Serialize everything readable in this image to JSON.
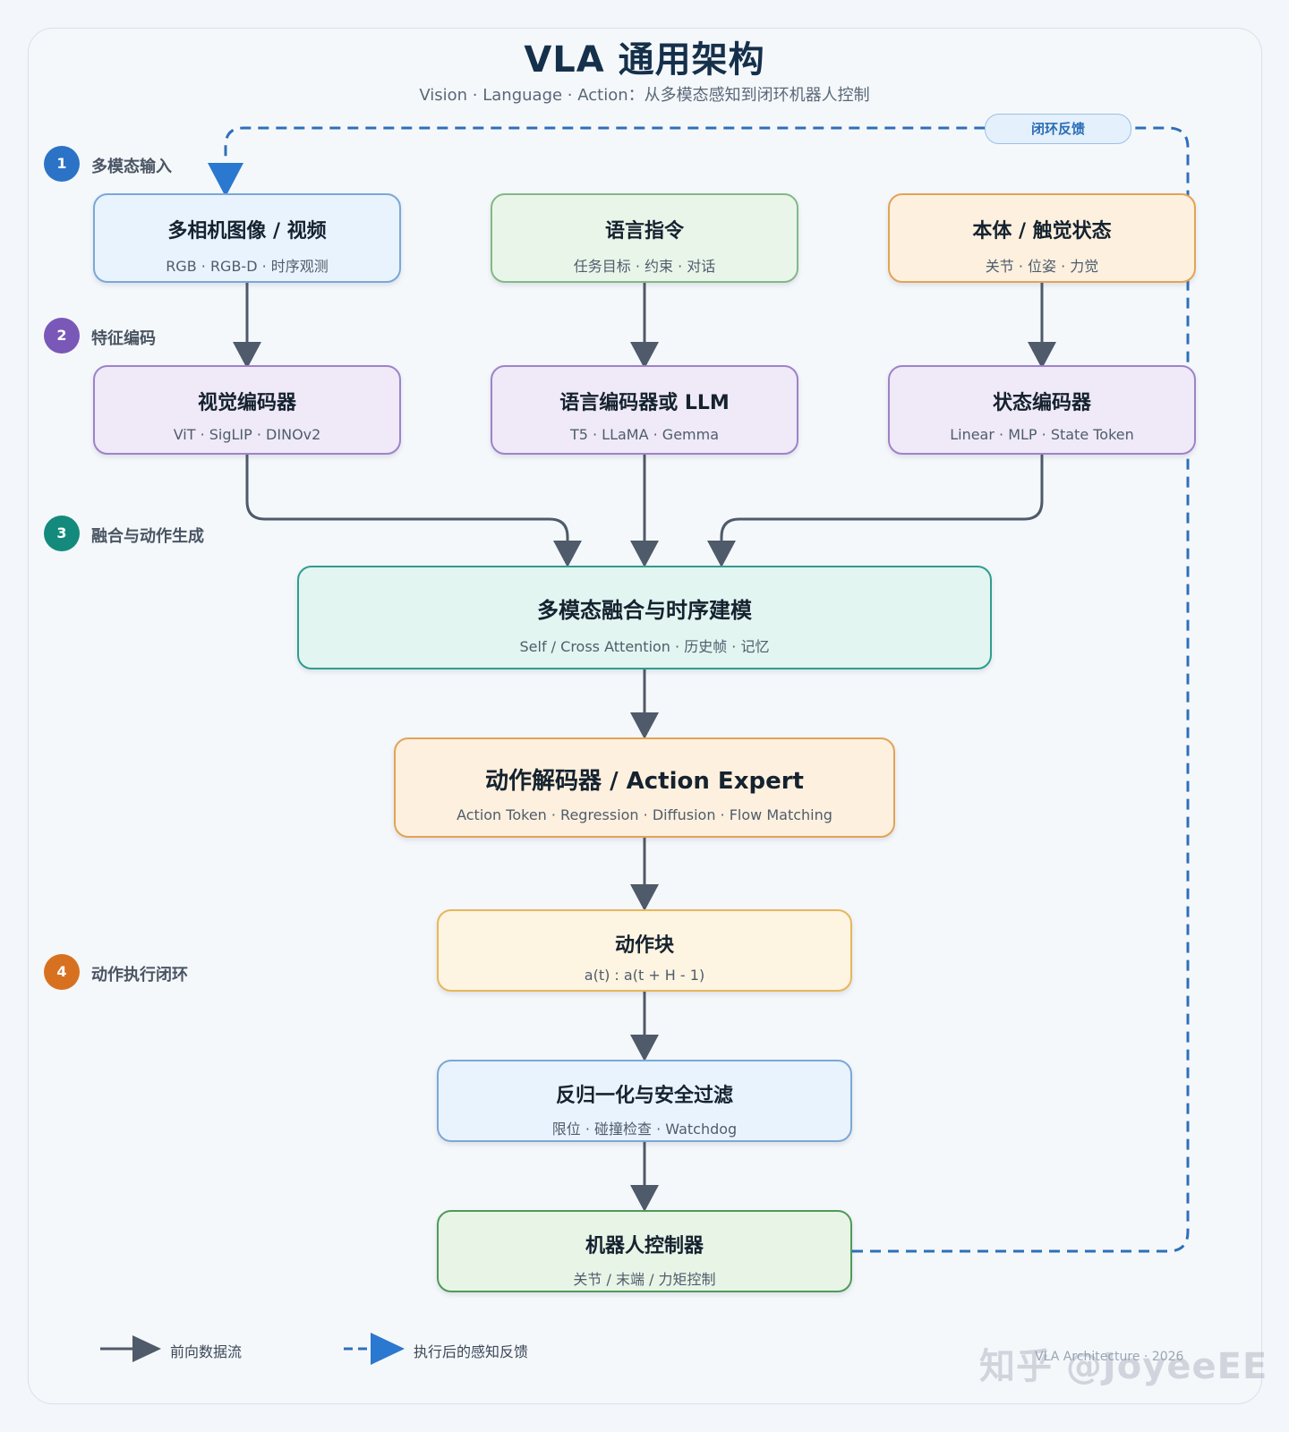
{
  "header": {
    "title": "VLA 通用架构",
    "subtitle": "Vision · Language · Action：从多模态感知到闭环机器人控制"
  },
  "steps": [
    {
      "num": "1",
      "label": "多模态输入",
      "color": "#2b73c6"
    },
    {
      "num": "2",
      "label": "特征编码",
      "color": "#7a58b8"
    },
    {
      "num": "3",
      "label": "融合与动作生成",
      "color": "#148a7c"
    },
    {
      "num": "4",
      "label": "动作执行闭环",
      "color": "#d8711f"
    }
  ],
  "nodes": {
    "camera": {
      "title": "多相机图像 / 视频",
      "sub": "RGB · RGB-D · 时序观测"
    },
    "language": {
      "title": "语言指令",
      "sub": "任务目标 · 约束 · 对话"
    },
    "proprio": {
      "title": "本体 / 触觉状态",
      "sub": "关节 · 位姿 · 力觉"
    },
    "vision_enc": {
      "title": "视觉编码器",
      "sub": "ViT · SigLIP · DINOv2"
    },
    "lang_enc": {
      "title": "语言编码器或 LLM",
      "sub": "T5 · LLaMA · Gemma"
    },
    "state_enc": {
      "title": "状态编码器",
      "sub": "Linear · MLP · State Token"
    },
    "fusion": {
      "title": "多模态融合与时序建模",
      "sub": "Self / Cross Attention · 历史帧 · 记忆"
    },
    "decoder": {
      "title": "动作解码器 / Action Expert",
      "sub": "Action Token · Regression · Diffusion · Flow Matching"
    },
    "chunk": {
      "title": "动作块",
      "sub": "a(t) : a(t + H - 1)"
    },
    "safety": {
      "title": "反归一化与安全过滤",
      "sub": "限位 · 碰撞检查 · Watchdog"
    },
    "controller": {
      "title": "机器人控制器",
      "sub": "关节 / 末端 / 力矩控制"
    }
  },
  "feedback_label": "闭环反馈",
  "legend": {
    "forward": "前向数据流",
    "feedback": "执行后的感知反馈"
  },
  "footer": "VLA Architecture · 2026",
  "watermark": "知乎 @JoyeeEE",
  "colors": {
    "arrow": "#4f5a6a",
    "feedback": "#2f6fb8",
    "feedback_head": "#2a78cf"
  }
}
